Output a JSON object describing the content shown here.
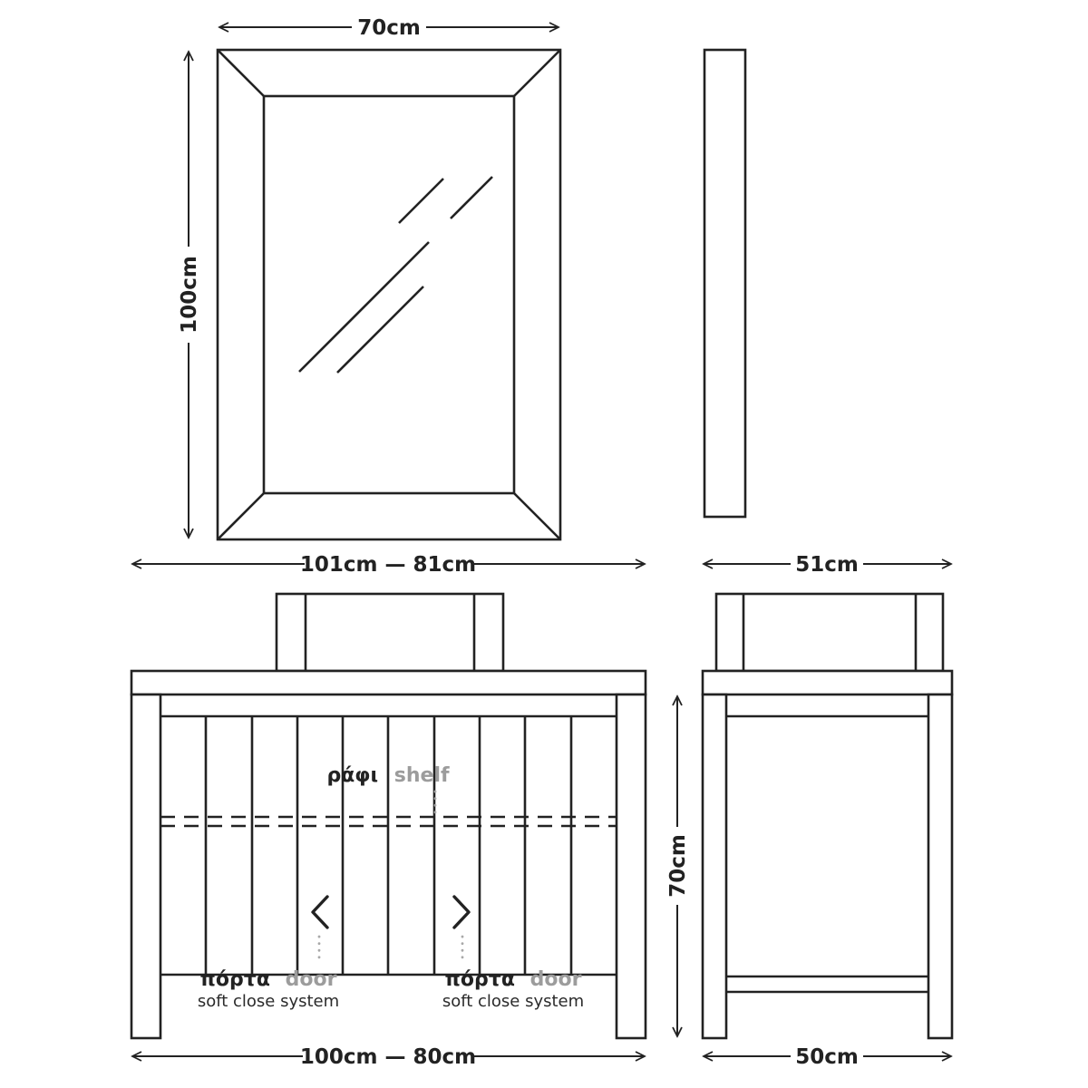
{
  "colors": {
    "ink": "#222222",
    "muted": "#9c9c9c",
    "background": "#ffffff"
  },
  "icons": {
    "door_swing_left": "chevron-left-icon",
    "door_swing_right": "chevron-right-icon"
  },
  "views": {
    "mirror_front": {
      "width": "70cm",
      "height": "100cm"
    },
    "cabinet_front": {
      "top_width": "101cm — 81cm",
      "bottom_width": "100cm — 80cm",
      "height": "70cm",
      "shelf": {
        "gr": "ράφι",
        "en": "shelf"
      },
      "door_left": {
        "gr": "πόρτα",
        "en": "door",
        "sub": "soft close system"
      },
      "door_right": {
        "gr": "πόρτα",
        "en": "door",
        "sub": "soft close system"
      }
    },
    "cabinet_side": {
      "top_width": "51cm",
      "bottom_width": "50cm"
    }
  }
}
